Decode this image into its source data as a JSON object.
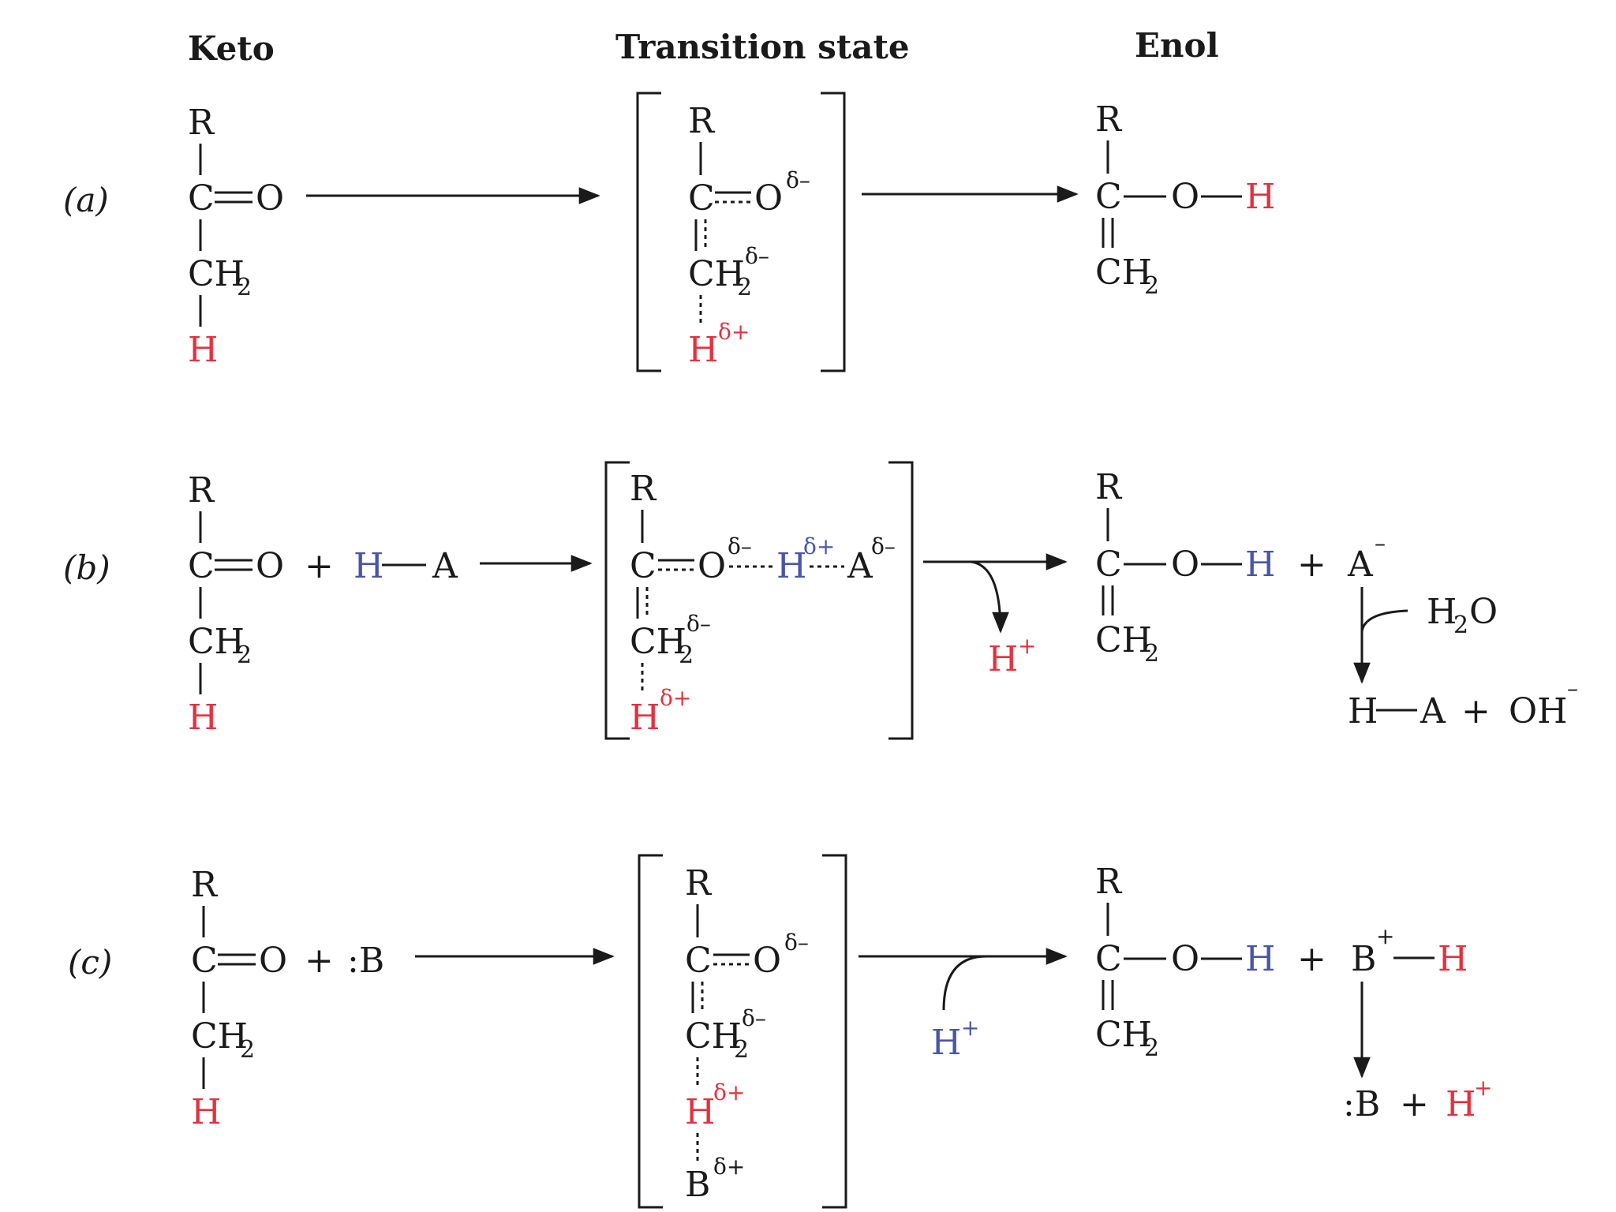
{
  "headers": {
    "keto": "Keto",
    "transition": "Transition state",
    "enol": "Enol"
  },
  "rows": [
    {
      "label": "(a)"
    },
    {
      "label": "(b)"
    },
    {
      "label": "(c)"
    }
  ],
  "atoms": {
    "R": "R",
    "C": "C",
    "O": "O",
    "CH": "CH",
    "two": "2",
    "H": "H",
    "A": "A",
    "B": "B",
    ":B": ":B",
    "plus": "+",
    "minus": "–",
    "Hplus": "H",
    "H2O_H": "H",
    "H2O_2": "2",
    "H2O_O": "O",
    "OH": "OH"
  },
  "charges": {
    "delta_minus": "δ–",
    "delta_plus": "δ+",
    "plus_sup": "+",
    "minus_sup": "–"
  },
  "colors": {
    "red": "#e0333f",
    "blue": "#4a55a8",
    "ink": "#1a1a1a"
  }
}
